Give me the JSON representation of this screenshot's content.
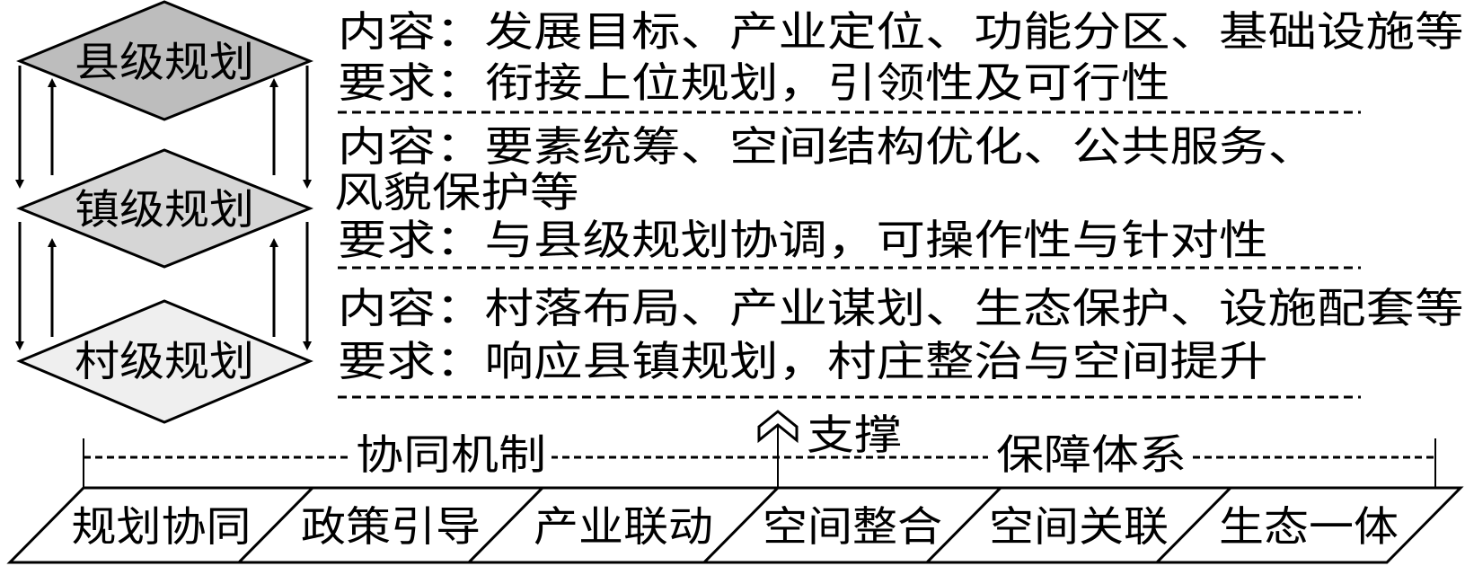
{
  "levels": [
    {
      "label": "县级规划",
      "fill": "#bdbdbd"
    },
    {
      "label": "镇级规划",
      "fill": "#d6d6d6"
    },
    {
      "label": "村级规划",
      "fill": "#efefef"
    }
  ],
  "descriptions": {
    "county": {
      "content": "内容：发展目标、产业定位、功能分区、基础设施等",
      "requirement": "要求：衔接上位规划，引领性及可行性"
    },
    "town": {
      "content_line1": "内容：要素统筹、空间结构优化、公共服务、",
      "content_line2": "风貌保护等",
      "requirement": "要求：与县级规划协调，可操作性与针对性"
    },
    "village": {
      "content": "内容：村落布局、产业谋划、生态保护、设施配套等",
      "requirement": "要求：响应县镇规划，村庄整治与空间提升"
    }
  },
  "support": {
    "left_label": "协同机制",
    "center_label": "支撑",
    "right_label": "保障体系"
  },
  "pillars": [
    "规划协同",
    "政策引导",
    "产业联动",
    "空间整合",
    "空间关联",
    "生态一体"
  ]
}
